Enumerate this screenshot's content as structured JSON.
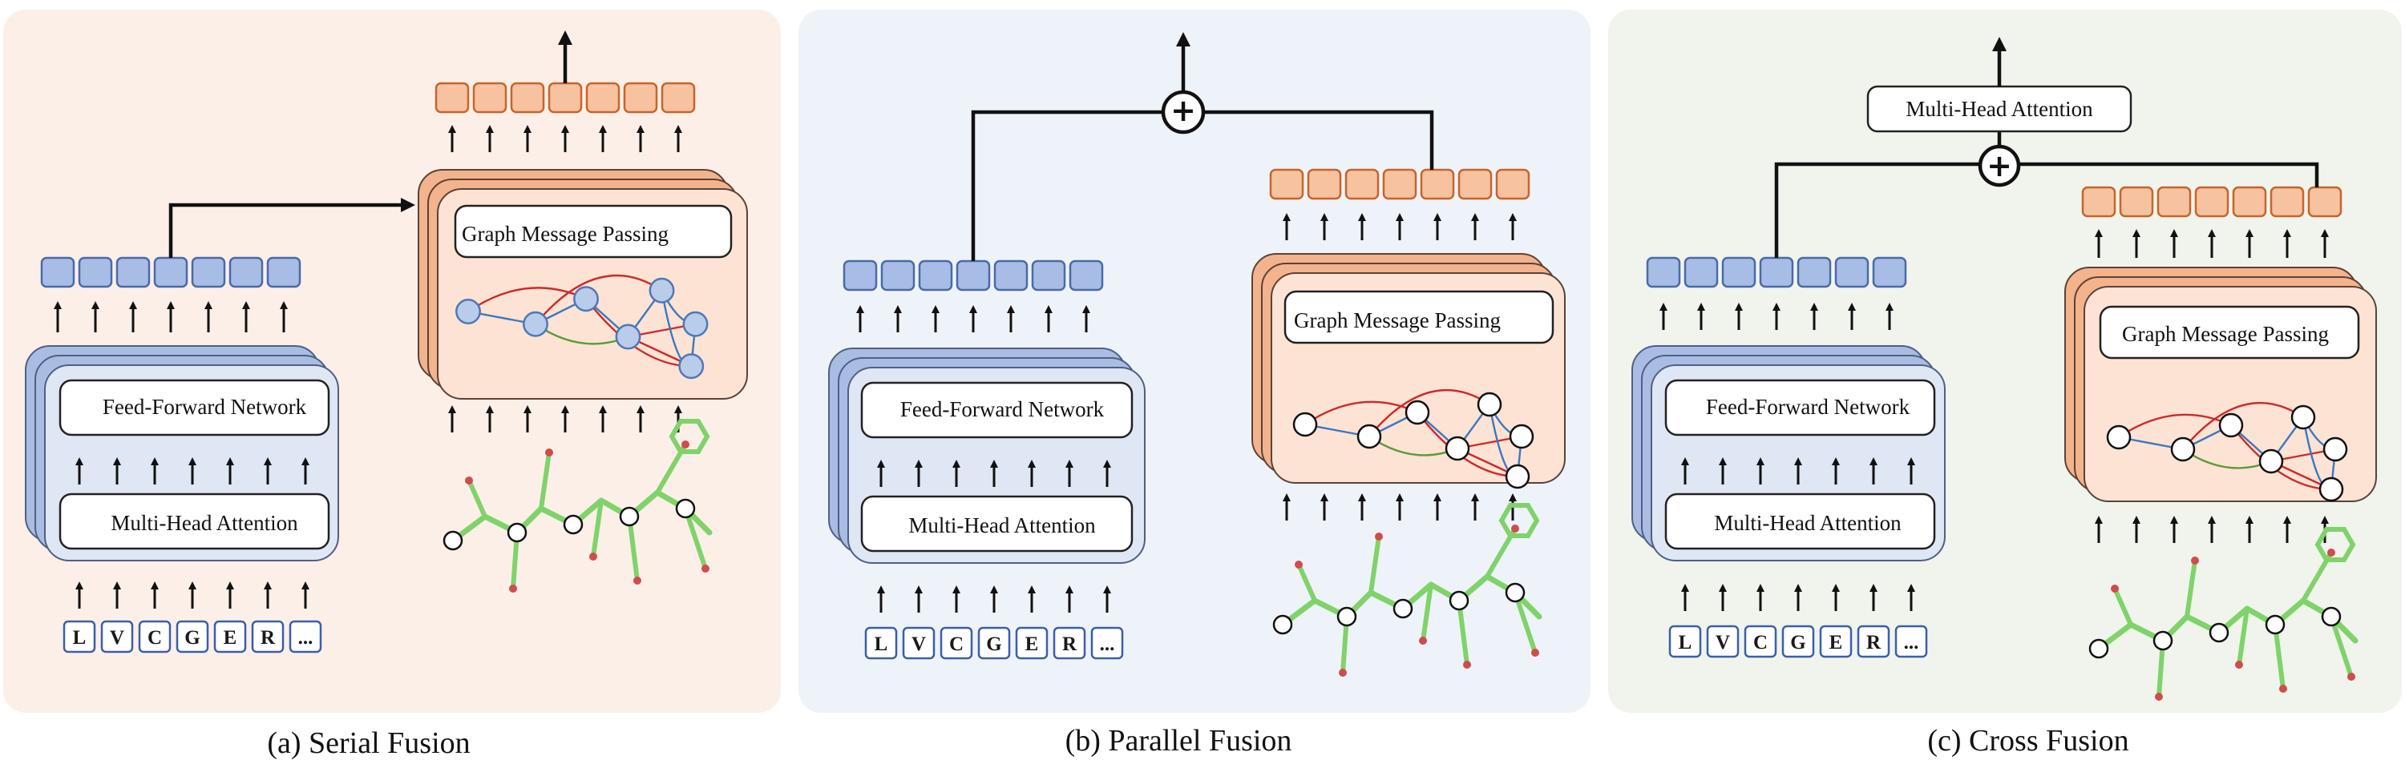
{
  "panels": [
    {
      "caption": "(a) Serial Fusion",
      "transformer": {
        "ffn_label": "Feed-Forward Network",
        "mha_label": "Multi-Head Attention"
      },
      "tokens": [
        "L",
        "V",
        "C",
        "G",
        "E",
        "R",
        "..."
      ],
      "gnn": {
        "label": "Graph Message Passing"
      }
    },
    {
      "caption": "(b) Parallel Fusion",
      "transformer": {
        "ffn_label": "Feed-Forward Network",
        "mha_label": "Multi-Head Attention"
      },
      "tokens": [
        "L",
        "V",
        "C",
        "G",
        "E",
        "R",
        "..."
      ],
      "gnn": {
        "label": "Graph Message Passing"
      },
      "fusion_symbol": "+"
    },
    {
      "caption": "(c) Cross Fusion",
      "transformer": {
        "ffn_label": "Feed-Forward Network",
        "mha_label": "Multi-Head Attention"
      },
      "tokens": [
        "L",
        "V",
        "C",
        "G",
        "E",
        "R",
        "..."
      ],
      "gnn": {
        "label": "Graph Message Passing"
      },
      "fusion_symbol": "+",
      "cross_attention_label": "Multi-Head Attention"
    }
  ],
  "colors": {
    "panel_a_bg": "#fcefe8",
    "panel_b_bg": "#eef3f9",
    "panel_c_bg": "#f0f4ec",
    "transformer_fill": "#dfe6f4",
    "transformer_back": "#a9bde3",
    "transformer_stroke": "#4f5f86",
    "token_fill": "#a7bde6",
    "token_stroke": "#4a6aa8",
    "gnn_fill": "#fde3d4",
    "gnn_back": "#f3b38d",
    "gnn_stroke": "#5b4236",
    "embed_fill": "#f6c29f",
    "embed_stroke": "#c7652b",
    "input_token_stroke": "#3b5fa8",
    "edge_red": "#cc2a2a",
    "edge_blue": "#3b78c2",
    "edge_green": "#5d9a3a",
    "node_blue": "#b9cdea",
    "molecule_green": "#7fd36a",
    "molecule_red": "#d24b4b"
  }
}
